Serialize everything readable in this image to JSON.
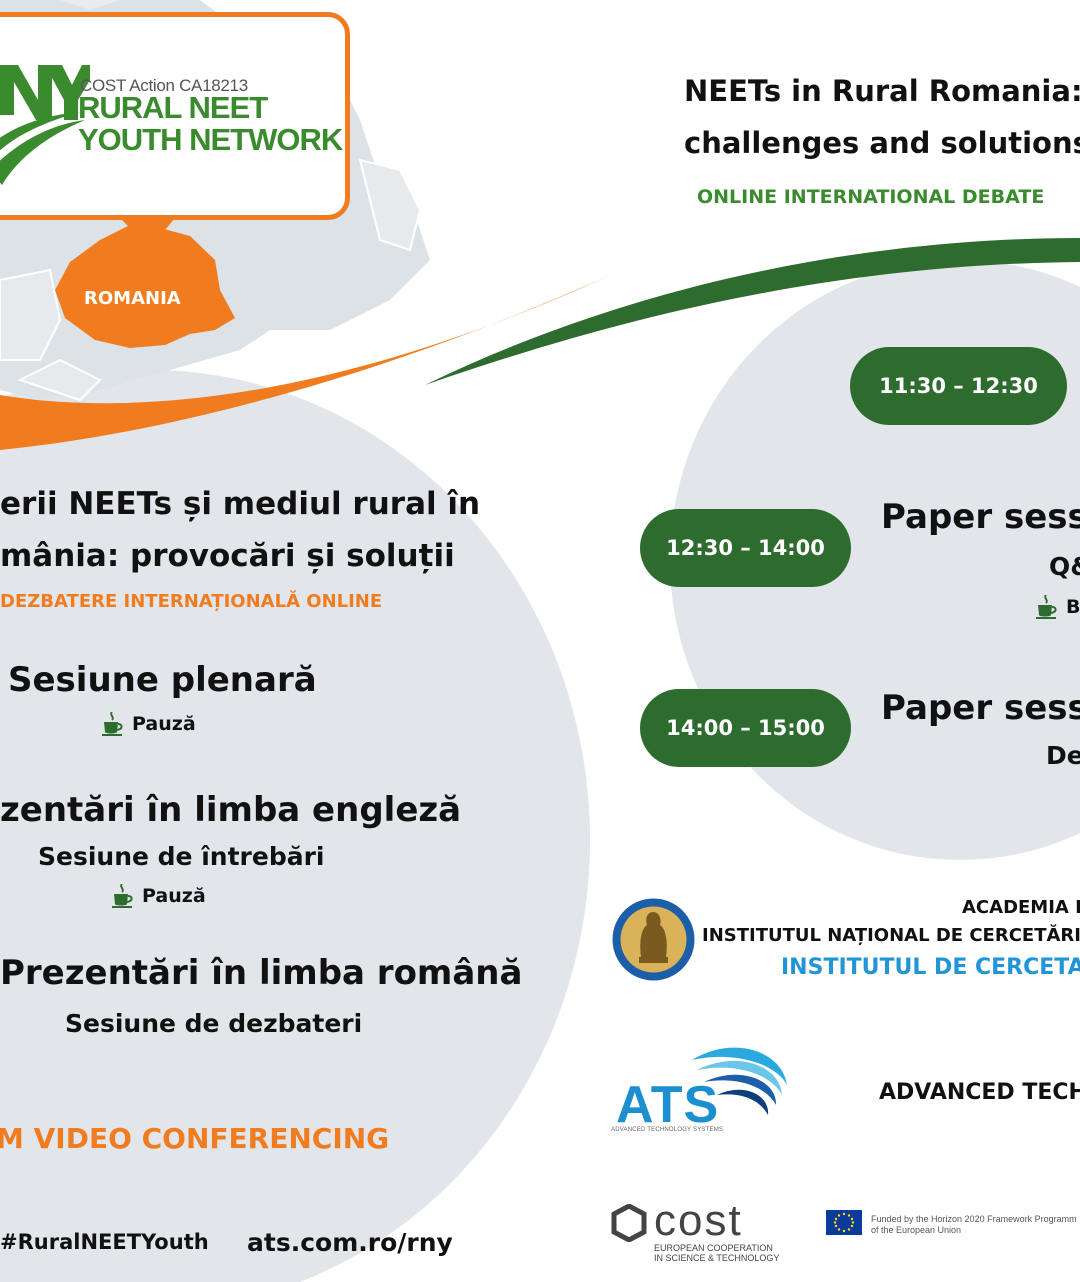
{
  "logo": {
    "cost_action": "COST Action CA18213",
    "line1": "RURAL NEET",
    "line2": "YOUTH NETWORK"
  },
  "map": {
    "country_label": "ROMANIA"
  },
  "english": {
    "title_line1": "NEETs in Rural Romania:",
    "title_line2": "challenges and solutions",
    "subtitle": "ONLINE INTERNATIONAL DEBATE",
    "schedule": [
      {
        "time": "11:30 – 12:30"
      },
      {
        "time": "12:30 – 14:00",
        "title": "Paper sessi",
        "sub": "Q&",
        "break": "B"
      },
      {
        "time": "14:00 – 15:00",
        "title": "Paper sessi",
        "sub": "De"
      }
    ]
  },
  "romanian": {
    "title_line1": "erii NEETs și mediul rural în",
    "title_line2": "mânia: provocări și soluții",
    "subtitle": "DEZBATERE INTERNAȚIONALĂ ONLINE",
    "sessions": [
      {
        "title": "Sesiune plenară",
        "break": "Pauză"
      },
      {
        "title": "zentări în limba engleză",
        "sub": "Sesiune de întrebări",
        "break": "Pauză"
      },
      {
        "title": "Prezentări în limba română",
        "sub": "Sesiune de dezbateri"
      }
    ]
  },
  "footer": {
    "platform": "M VIDEO CONFERENCING",
    "hashtag": "#RuralNEETYouth",
    "url": "ats.com.ro/rny"
  },
  "partners": {
    "academy_line1": "ACADEMIA I",
    "academy_line2": "INSTITUTUL NAȚIONAL DE CERCETĂRI",
    "academy_line3": "INSTITUTUL DE CERCETA",
    "ats_logo": "ATS",
    "ats_tagline": "ADVANCED TECHNOLOGY SYSTEMS",
    "ats_name": "ADVANCED TECH",
    "cost_logo": "cost",
    "cost_sub1": "EUROPEAN COOPERATION",
    "cost_sub2": "IN SCIENCE & TECHNOLOGY",
    "eu_line1": "Funded by the Horizon 2020 Framework Programm",
    "eu_line2": "of the European Union"
  },
  "colors": {
    "orange": "#f07c1f",
    "green": "#2e6b2e",
    "light_green": "#3a8a2e",
    "blue": "#2196d6",
    "gray_bg": "#e2e6ea"
  },
  "icons": [
    "coffee-cup-icon",
    "academy-seal-icon",
    "ats-globe-icon",
    "cost-logo-icon",
    "eu-flag-icon"
  ]
}
